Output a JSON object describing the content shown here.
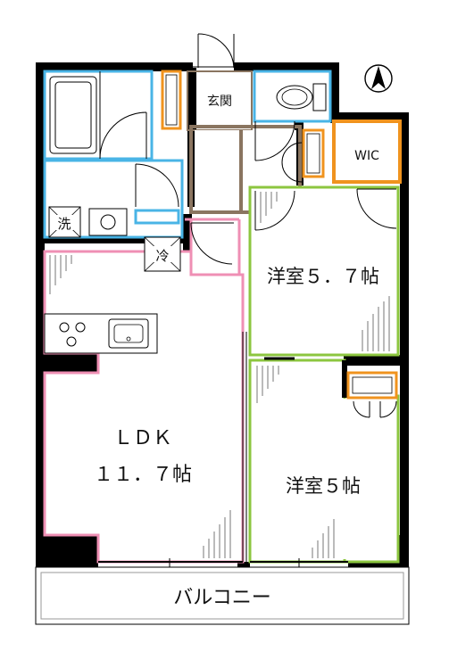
{
  "rooms": {
    "entrance": "玄関",
    "walk_in_closet": "WIC",
    "washroom_mark": "洗",
    "fridge_mark": "冷",
    "bedroom_a": "洋室５．７帖",
    "ldk_line1": "ＬＤＫ",
    "ldk_line2": "１１．７帖",
    "bedroom_b": "洋室５帖",
    "balcony": "バルコニー"
  },
  "colors": {
    "wall": "#000000",
    "wet_area": "#49b4e6",
    "storage": "#f0931e",
    "entrance_hall": "#8a7560",
    "bedroom": "#8cc63f",
    "ldk": "#ef8fb4",
    "balcony_rail": "#9a9a9a"
  },
  "icons": {
    "north": "north-arrow-icon"
  }
}
